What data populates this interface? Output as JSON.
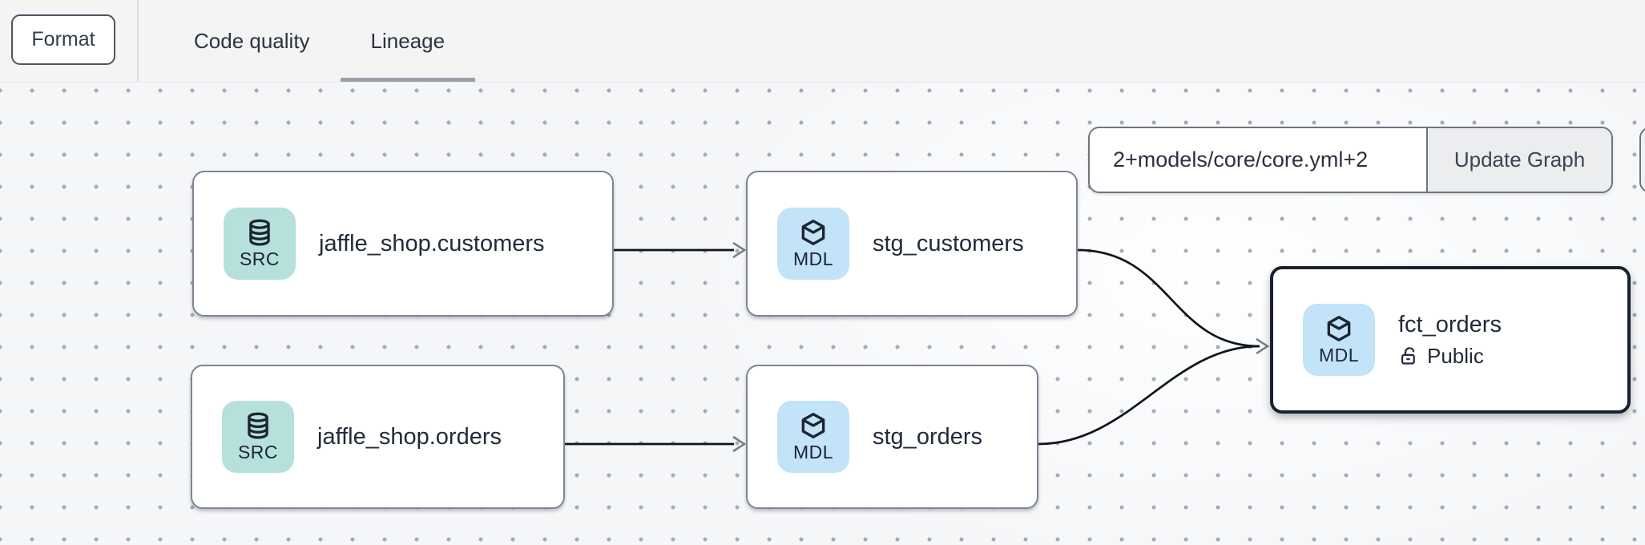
{
  "toolbar": {
    "format_button": "Format",
    "tabs": [
      {
        "label": "Code quality",
        "active": false
      },
      {
        "label": "Lineage",
        "active": true
      }
    ]
  },
  "lineage_controls": {
    "selector_input_value": "2+models/core/core.yml+2",
    "update_button": "Update Graph"
  },
  "graph": {
    "nodes": [
      {
        "label": "jaffle_shop.customers",
        "badge": "SRC",
        "kind": "source",
        "icon": "database-icon",
        "selected": false
      },
      {
        "label": "jaffle_shop.orders",
        "badge": "SRC",
        "kind": "source",
        "icon": "database-icon",
        "selected": false
      },
      {
        "label": "stg_customers",
        "badge": "MDL",
        "kind": "model",
        "icon": "cube-icon",
        "selected": false
      },
      {
        "label": "stg_orders",
        "badge": "MDL",
        "kind": "model",
        "icon": "cube-icon",
        "selected": false
      },
      {
        "label": "fct_orders",
        "badge": "MDL",
        "kind": "model",
        "icon": "cube-icon",
        "selected": true,
        "access": "Public"
      }
    ],
    "edges": [
      {
        "from": "jaffle_shop.customers",
        "to": "stg_customers"
      },
      {
        "from": "jaffle_shop.orders",
        "to": "stg_orders"
      },
      {
        "from": "stg_customers",
        "to": "fct_orders"
      },
      {
        "from": "stg_orders",
        "to": "fct_orders"
      }
    ]
  },
  "colors": {
    "source_badge_bg": "#b6e0dc",
    "model_badge_bg": "#c2e3f8",
    "node_border": "#7d8594",
    "selected_node_border": "#1a212e",
    "edge": "#10151d",
    "arrowhead": "#78808c",
    "active_tab_underline": "#9aa0ab"
  }
}
